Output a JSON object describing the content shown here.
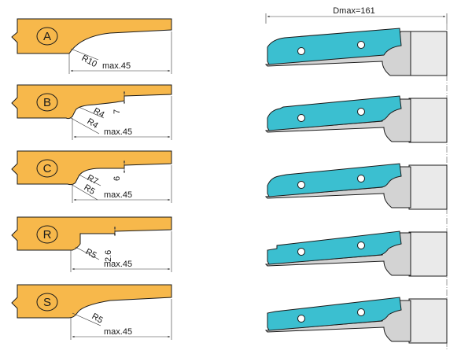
{
  "profiles": [
    {
      "letter": "A",
      "radius_label": "R10",
      "width_label": "max.45"
    },
    {
      "letter": "B",
      "radius_label_1": "R4",
      "radius_label_2": "R4",
      "depth_label": "7",
      "width_label": "max.45"
    },
    {
      "letter": "C",
      "radius_label_1": "R7",
      "radius_label_2": "R5",
      "depth_label": "6",
      "width_label": "max.45"
    },
    {
      "letter": "R",
      "radius_label": "R5",
      "depth_label": "2.6",
      "width_label": "max.45"
    },
    {
      "letter": "S",
      "radius_label": "R5",
      "width_label": "max.45"
    }
  ],
  "tool": {
    "dmax_label": "Dmax=161"
  },
  "colors": {
    "profile_fill": "#f7b84b",
    "knife_fill": "#3bbfd0",
    "outline": "#1a1a1a",
    "holder_fill": "#d3d3d3",
    "body_fill": "#eaeaea"
  }
}
